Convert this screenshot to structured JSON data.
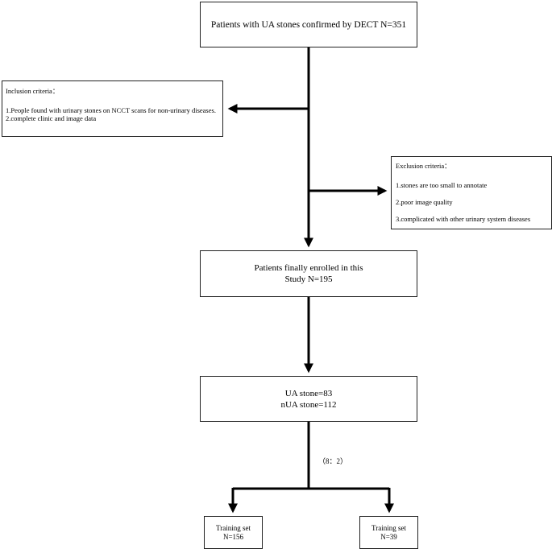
{
  "top_box": {
    "text": "Patients with UA stones confirmed by DECT N=351"
  },
  "inclusion": {
    "title": "Inclusion criteria：",
    "items": [
      "1.People found with urinary stones on NCCT scans for non-urinary diseases.",
      "2.complete clinic and image data"
    ]
  },
  "exclusion": {
    "title": "Exclusion criteria：",
    "items": [
      "1.stones are too small to annotate",
      "2.poor image quality",
      "3.complicated with other urinary system diseases"
    ]
  },
  "enrolled": {
    "line1": "Patients finally enrolled in this",
    "line2": "Study N=195"
  },
  "result": {
    "line1": "UA stone=83",
    "line2": "nUA stone=112"
  },
  "split_ratio": "（8：2）",
  "training": {
    "line1": "Training set",
    "line2": "N=156"
  },
  "test": {
    "line1": "Training set",
    "line2": "N=39"
  },
  "colors": {
    "line": "#000000",
    "border": "#222222"
  }
}
